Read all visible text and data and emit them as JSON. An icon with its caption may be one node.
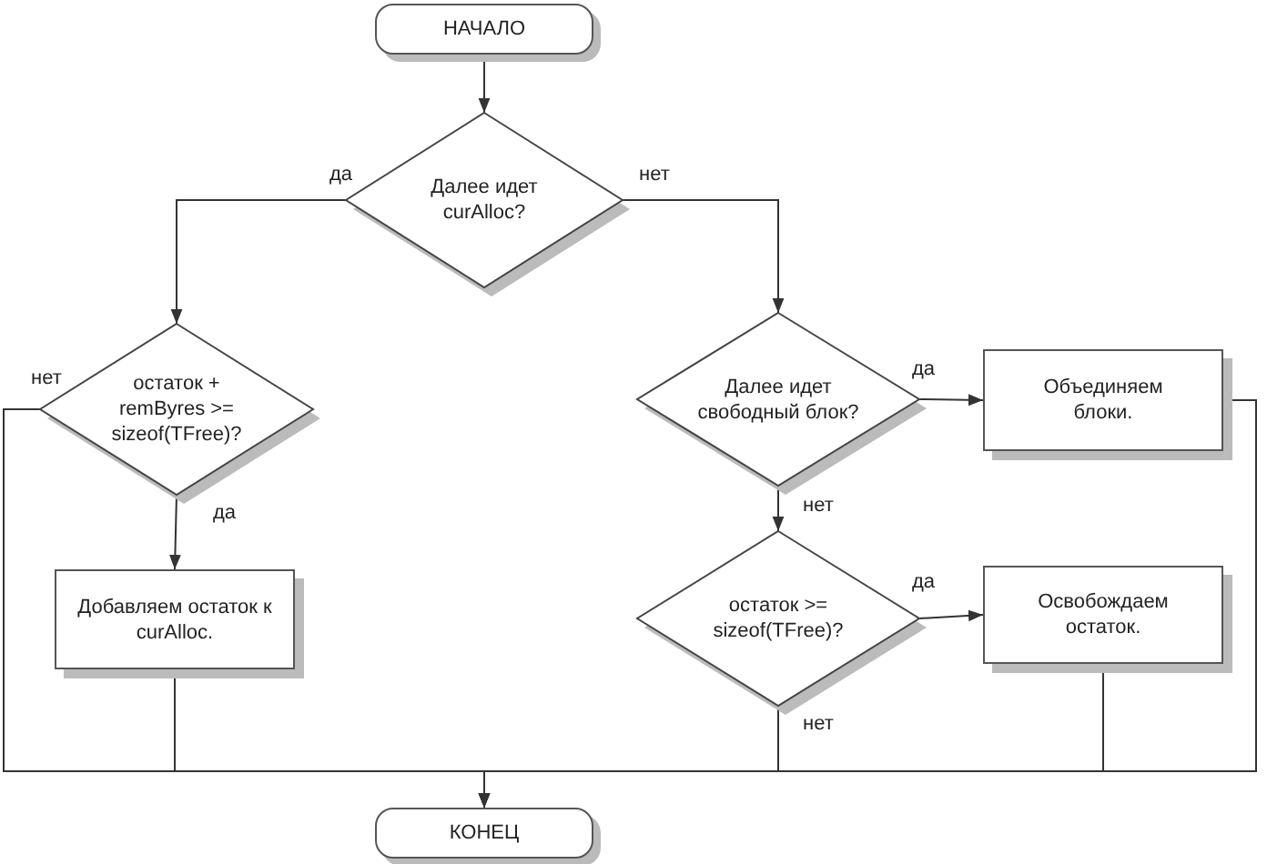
{
  "diagram": {
    "nodes": [
      {
        "text": [
          "НАЧАЛО"
        ]
      },
      {
        "text": [
          "Далее идет curAlloc?"
        ]
      },
      {
        "text": [
          "остаток + remByres >= sizeof(TFree)?"
        ]
      },
      {
        "text": [
          "Далее идет свободный блок?"
        ]
      },
      {
        "text": [
          "Объединяем блоки."
        ]
      },
      {
        "text": [
          "Добавляем остаток к curAlloc."
        ]
      },
      {
        "text": [
          "остаток >= sizeof(TFree)?"
        ]
      },
      {
        "text": [
          "Освобождаем остаток."
        ]
      },
      {
        "text": [
          "КОНЕЦ"
        ]
      }
    ],
    "edges": [
      {
        "from": 0,
        "to": 1,
        "arrow": "to"
      },
      {
        "from": 1,
        "to": 2,
        "arrow": "to",
        "label": "да"
      },
      {
        "from": 1,
        "to": 3,
        "arrow": "to",
        "label": "нет"
      },
      {
        "from": 2,
        "to": 8,
        "arrow": "to",
        "label": "нет"
      },
      {
        "from": 2,
        "to": 5,
        "arrow": "to",
        "label": "да"
      },
      {
        "from": 3,
        "to": 4,
        "arrow": "to",
        "label": "да"
      },
      {
        "from": 3,
        "to": 6,
        "arrow": "to",
        "label": "нет"
      },
      {
        "from": 4,
        "to": 8,
        "arrow": "to"
      },
      {
        "from": 5,
        "to": 8,
        "arrow": "to"
      },
      {
        "from": 6,
        "to": 7,
        "arrow": "to",
        "label": "да"
      },
      {
        "from": 6,
        "to": 8,
        "arrow": "to",
        "label": "нет"
      },
      {
        "from": 7,
        "to": 8,
        "arrow": "to"
      }
    ]
  }
}
